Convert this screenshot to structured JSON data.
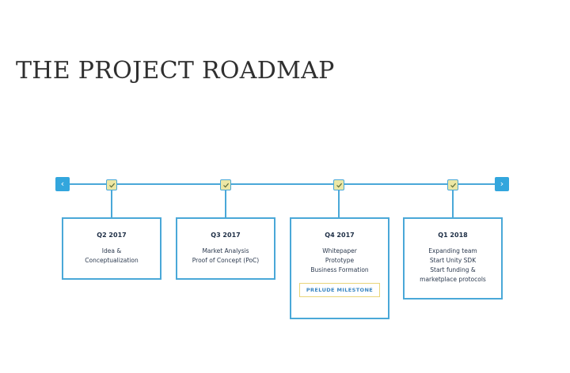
{
  "page": {
    "title": "THE PROJECT ROADMAP"
  },
  "roadmap": {
    "nav_prev_icon": "‹",
    "nav_next_icon": "›",
    "accent_color": "#33a6dd",
    "check_color": "#ece7a4",
    "milestones": [
      {
        "quarter": "Q2 2017",
        "lines": [
          "Idea &",
          "Conceptualization"
        ]
      },
      {
        "quarter": "Q3 2017",
        "lines": [
          "Market Analysis",
          "Proof of Concept (PoC)"
        ]
      },
      {
        "quarter": "Q4 2017",
        "lines": [
          "Whitepaper",
          "Prototype",
          "Business Formation"
        ],
        "badge": "PRELUDE MILESTONE"
      },
      {
        "quarter": "Q1 2018",
        "lines": [
          "Expanding team",
          "Start Unity SDK",
          "Start funding &",
          "marketplace protocols"
        ]
      }
    ]
  }
}
